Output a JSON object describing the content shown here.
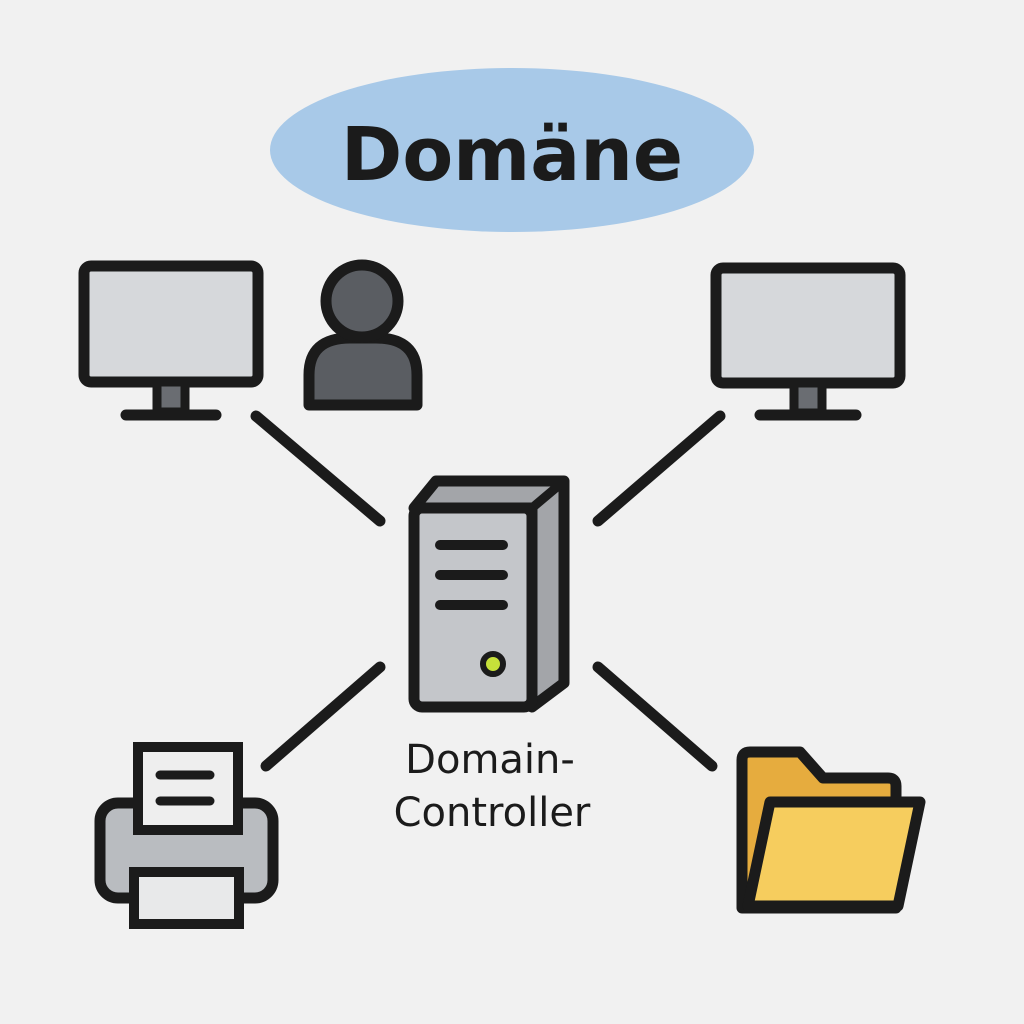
{
  "diagram": {
    "title": "Domäne",
    "center_node": {
      "label_line1": "Domain-",
      "label_line2": "Controller",
      "icon": "server-tower-icon"
    },
    "nodes": [
      {
        "icon": "monitor-icon"
      },
      {
        "icon": "user-icon"
      },
      {
        "icon": "monitor-icon"
      },
      {
        "icon": "printer-icon"
      },
      {
        "icon": "folder-icon"
      }
    ]
  },
  "colors": {
    "background": "#f1f1f1",
    "title_bubble": "#a8c9e8",
    "outline": "#1b1b1b",
    "screen": "#d6d8db",
    "server_body": "#c4c6ca",
    "server_side": "#a3a5a9",
    "status_led": "#c6e03a",
    "user": "#5a5d62",
    "printer": "#b9bcc0",
    "paper": "#eeeeee",
    "folder_back": "#e6ac3e",
    "folder_front": "#f6cd5e"
  }
}
